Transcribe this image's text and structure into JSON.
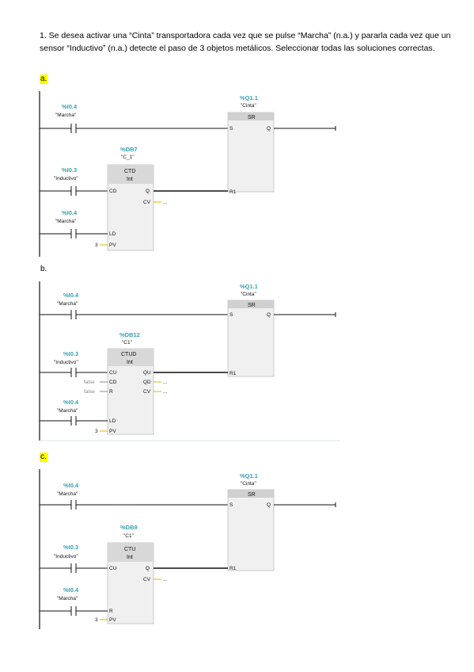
{
  "question": {
    "text": "1. Se desea activar una “Cinta” transportadora cada vez que se pulse “Marcha” (n.a.) y pararla cada vez que un sensor  “Inductivo” (n.a.) detecte el paso de 3 objetos metálicos. Seleccionar todas las soluciones correctas."
  },
  "options": [
    {
      "label": "a.",
      "highlighted": true,
      "sr": {
        "addr": "%Q1.1",
        "tag": "\"Cinta\"",
        "title": "SR",
        "pin_s": "S",
        "pin_q": "Q",
        "pin_r": "R1"
      },
      "contact1": {
        "addr": "%I0.4",
        "tag": "\"Marcha\""
      },
      "contact2": {
        "addr": "%I0.3",
        "tag": "\"Inductivo\""
      },
      "contact3": {
        "addr": "%I0.4",
        "tag": "\"Marcha\""
      },
      "counter": {
        "db": "%DB7",
        "tag": "\"C_1\"",
        "type": "CTD",
        "datatype": "Int",
        "pins_left": [
          "CD",
          "LD",
          "PV"
        ],
        "pins_right": [
          "Q",
          "CV"
        ],
        "pv_value": "3",
        "cv_value": "..."
      }
    },
    {
      "label": "b.",
      "highlighted": false,
      "sr": {
        "addr": "%Q1.1",
        "tag": "\"Cinta\"",
        "title": "SR",
        "pin_s": "S",
        "pin_q": "Q",
        "pin_r": "R1"
      },
      "contact1": {
        "addr": "%I0.4",
        "tag": "\"Marcha\""
      },
      "contact2": {
        "addr": "%I0.3",
        "tag": "\"Inductivo\""
      },
      "contact3": {
        "addr": "%I0.4",
        "tag": "\"Marcha\""
      },
      "counter": {
        "db": "%DB12",
        "tag": "\"C1\"",
        "type": "CTUD",
        "datatype": "Int",
        "pins_left": [
          "CU",
          "CD",
          "R",
          "LD",
          "PV"
        ],
        "pins_right": [
          "QU",
          "QD",
          "CV"
        ],
        "side_cd": "false",
        "side_r": "false",
        "pv_value": "3",
        "qd_value": "...",
        "cv_value": "..."
      }
    },
    {
      "label": "c.",
      "highlighted": true,
      "sr": {
        "addr": "%Q1.1",
        "tag": "\"Cinta\"",
        "title": "SR",
        "pin_s": "S",
        "pin_q": "Q",
        "pin_r": "R1"
      },
      "contact1": {
        "addr": "%I0.4",
        "tag": "\"Marcha\""
      },
      "contact2": {
        "addr": "%I0.3",
        "tag": "\"Inductivo\""
      },
      "contact3": {
        "addr": "%I0.4",
        "tag": "\"Marcha\""
      },
      "counter": {
        "db": "%DB9",
        "tag": "\"C1\"",
        "type": "CTU",
        "datatype": "Int",
        "pins_left": [
          "CU",
          "R",
          "PV"
        ],
        "pins_right": [
          "Q",
          "CV"
        ],
        "pv_value": "3",
        "cv_value": "..."
      }
    }
  ]
}
